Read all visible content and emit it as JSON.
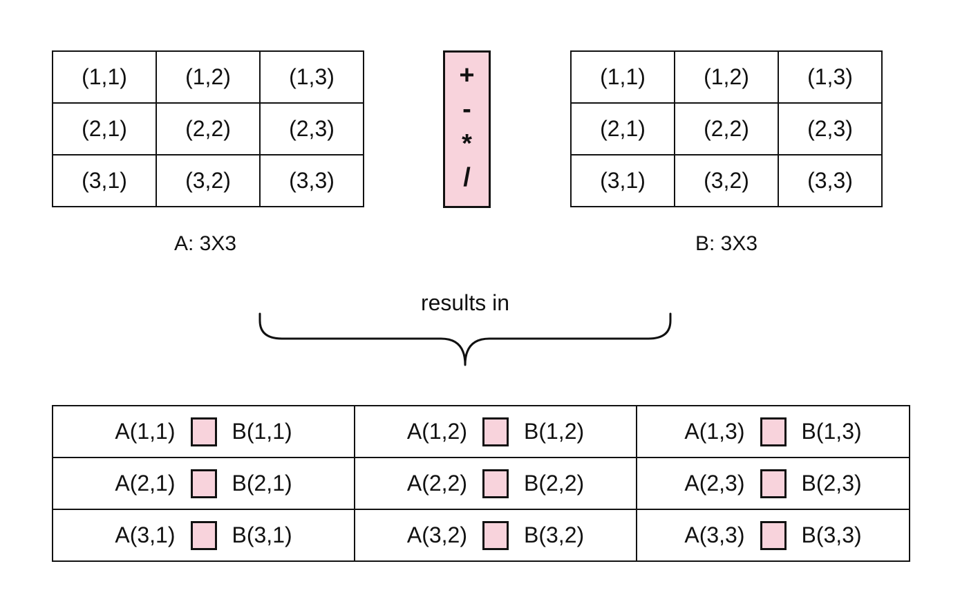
{
  "matrix_a": {
    "label": "A: 3X3",
    "rows": [
      [
        "(1,1)",
        "(1,2)",
        "(1,3)"
      ],
      [
        "(2,1)",
        "(2,2)",
        "(2,3)"
      ],
      [
        "(3,1)",
        "(3,2)",
        "(3,3)"
      ]
    ]
  },
  "matrix_b": {
    "label": "B: 3X3",
    "rows": [
      [
        "(1,1)",
        "(1,2)",
        "(1,3)"
      ],
      [
        "(2,1)",
        "(2,2)",
        "(2,3)"
      ],
      [
        "(3,1)",
        "(3,2)",
        "(3,3)"
      ]
    ]
  },
  "operators": [
    "+",
    "-",
    "*",
    "/"
  ],
  "results_label": "results in",
  "result": {
    "rows": [
      [
        {
          "a": "A(1,1)",
          "b": "B(1,1)"
        },
        {
          "a": "A(1,2)",
          "b": "B(1,2)"
        },
        {
          "a": "A(1,3)",
          "b": "B(1,3)"
        }
      ],
      [
        {
          "a": "A(2,1)",
          "b": "B(2,1)"
        },
        {
          "a": "A(2,2)",
          "b": "B(2,2)"
        },
        {
          "a": "A(2,3)",
          "b": "B(2,3)"
        }
      ],
      [
        {
          "a": "A(3,1)",
          "b": "B(3,1)"
        },
        {
          "a": "A(3,2)",
          "b": "B(3,2)"
        },
        {
          "a": "A(3,3)",
          "b": "B(3,3)"
        }
      ]
    ]
  },
  "colors": {
    "operator_fill": "#f8d3dc",
    "stroke": "#111111"
  }
}
